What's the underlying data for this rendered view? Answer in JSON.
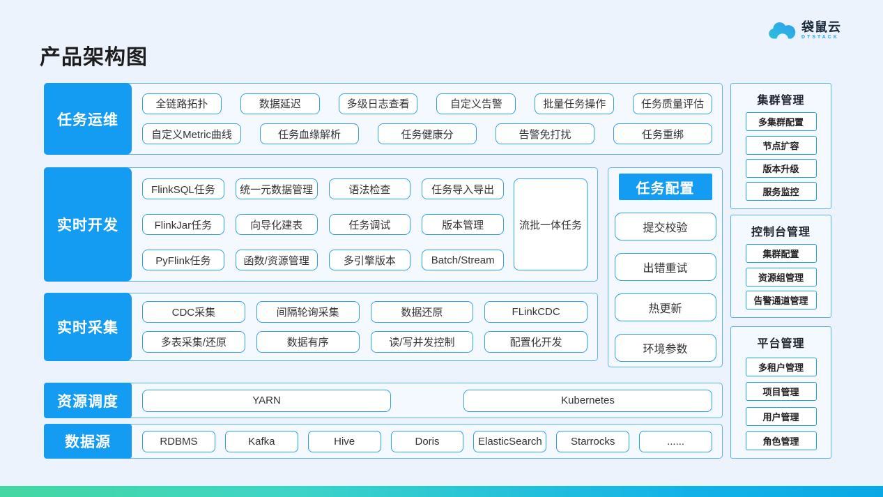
{
  "title": "产品架构图",
  "logo": {
    "name": "袋鼠云",
    "sub": "DTSTACK"
  },
  "sections": {
    "ops": {
      "label": "任务运维",
      "row1": [
        "全链路拓扑",
        "数据延迟",
        "多级日志查看",
        "自定义告警",
        "批量任务操作",
        "任务质量评估"
      ],
      "row2": [
        "自定义Metric曲线",
        "任务血缘解析",
        "任务健康分",
        "告警免打扰",
        "任务重绑"
      ]
    },
    "dev": {
      "label": "实时开发",
      "row1": [
        "FlinkSQL任务",
        "统一元数据管理",
        "语法检查",
        "任务导入导出"
      ],
      "row2": [
        "FlinkJar任务",
        "向导化建表",
        "任务调试",
        "版本管理"
      ],
      "row3": [
        "PyFlink任务",
        "函数/资源管理",
        "多引擎版本",
        "Batch/Stream"
      ],
      "tall": "流批一体任务"
    },
    "collect": {
      "label": "实时采集",
      "row1": [
        "CDC采集",
        "间隔轮询采集",
        "数据还原",
        "FLinkCDC"
      ],
      "row2": [
        "多表采集/还原",
        "数据有序",
        "读/写并发控制",
        "配置化开发"
      ]
    },
    "sched": {
      "label": "资源调度",
      "items": [
        "YARN",
        "Kubernetes"
      ]
    },
    "source": {
      "label": "数据源",
      "items": [
        "RDBMS",
        "Kafka",
        "Hive",
        "Doris",
        "ElasticSearch",
        "Starrocks",
        "......"
      ]
    }
  },
  "config_panel": {
    "title": "任务配置",
    "items": [
      "提交校验",
      "出错重试",
      "热更新",
      "环境参数"
    ]
  },
  "side_panels": {
    "cluster": {
      "title": "集群管理",
      "items": [
        "多集群配置",
        "节点扩容",
        "版本升级",
        "服务监控"
      ]
    },
    "console": {
      "title": "控制台管理",
      "items": [
        "集群配置",
        "资源组管理",
        "告警通道管理"
      ]
    },
    "platform": {
      "title": "平台管理",
      "items": [
        "多租户管理",
        "项目管理",
        "用户管理",
        "角色管理"
      ]
    }
  },
  "colors": {
    "accent_blue": "#149bf2",
    "chip_border_blue": "#2e9ff3",
    "panel_border_blue": "#5bb1f6",
    "page_background": "#edf3fc",
    "bottom_bar_gradient_start": "#44d7a2",
    "bottom_bar_gradient_end": "#0aa9e5"
  }
}
